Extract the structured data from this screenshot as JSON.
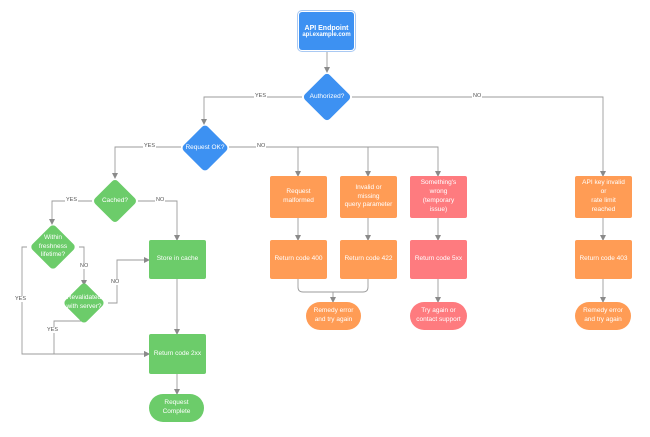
{
  "colors": {
    "green": "#6ccc6a",
    "orange": "#ff9c55",
    "red": "#fe7b7f",
    "blue": "#3d91f2",
    "line": "#9b9b9b"
  },
  "endpoint": {
    "title": "API Endpoint",
    "subtitle": "api.example.com"
  },
  "decisions": {
    "authorized": "Authorized?",
    "request_ok": "Request OK?",
    "cached": "Cached?",
    "freshness": "Within\nfreshness\nlifetime?",
    "revalidated": "Revalidated\nwith server?"
  },
  "boxes": {
    "store_cache": "Store in cache",
    "return_2xx": "Return code 2xx",
    "malformed": "Request\nmalformed",
    "invalid_param": "Invalid or missing\nquery parameter",
    "wrong": "Something's\nwrong (temporary\nissue)",
    "api_key": "API key invalid or\nrate limit reached",
    "return_400": "Return code 400",
    "return_422": "Return code 422",
    "return_5xx": "Return code 5xx",
    "return_403": "Return code 403"
  },
  "terminals": {
    "remedy_a": "Remedy error\nand try again",
    "try_again": "Try again or\ncontact support",
    "remedy_b": "Remedy error\nand try again",
    "complete": "Request\nComplete"
  },
  "edge_labels": {
    "auth_yes": "YES",
    "auth_no": "NO",
    "req_yes": "YES",
    "req_no": "NO",
    "cached_yes": "YES",
    "cached_no": "NO",
    "fresh_no": "NO",
    "fresh_yes": "YES",
    "reval_no": "NO",
    "reval_yes": "YES"
  }
}
